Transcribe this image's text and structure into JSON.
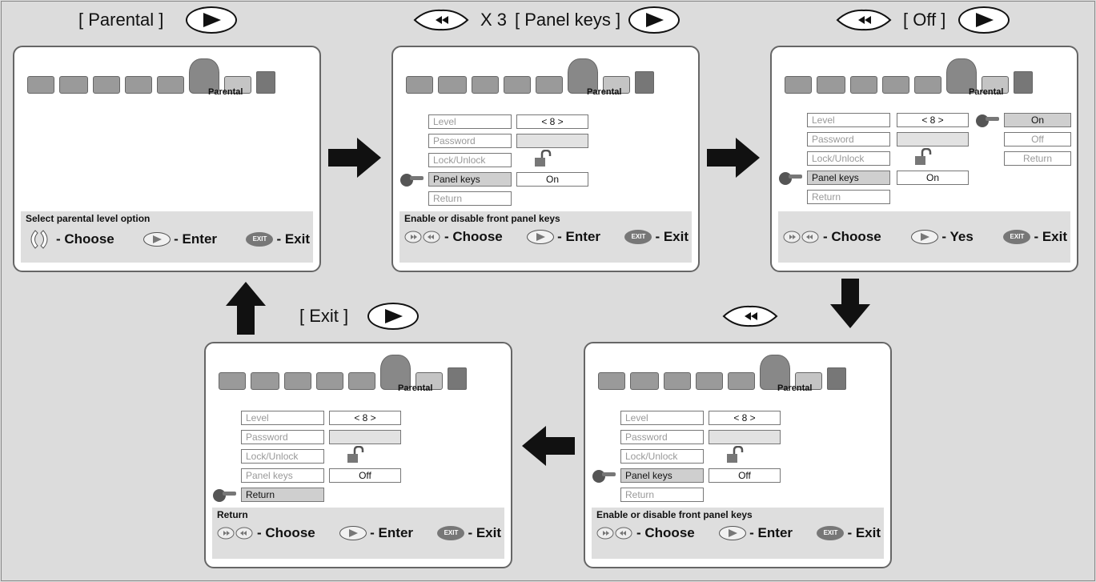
{
  "captions": {
    "c1": {
      "text": "[ Parental ]"
    },
    "c2": {
      "x3": "X 3",
      "text": "[ Panel keys ]"
    },
    "c3": {
      "text": "[ Off ]"
    },
    "c4": {
      "text": "[ Exit ]"
    }
  },
  "screen_title": "Parental",
  "menu_labels": [
    "Level",
    "Password",
    "Lock/Unlock",
    "Panel keys",
    "Return"
  ],
  "level_value": "< 8 >",
  "options": {
    "on": "On",
    "off": "Off",
    "ret": "Return"
  },
  "screens": {
    "s1": {
      "hint": "Select parental level option",
      "choose": "- Choose",
      "enter": "- Enter",
      "exit": "- Exit"
    },
    "s2": {
      "hint": "Enable or disable front panel keys",
      "panel_value": "On",
      "choose": "- Choose",
      "enter": "- Enter",
      "exit": "- Exit"
    },
    "s3": {
      "hint": "",
      "panel_value": "On",
      "choose": "- Choose",
      "enter": "- Yes",
      "exit": "- Exit"
    },
    "s4": {
      "hint": "Enable or disable front panel keys",
      "panel_value": "Off",
      "choose": "- Choose",
      "enter": "- Enter",
      "exit": "- Exit"
    },
    "s5": {
      "hint": "Return",
      "panel_value": "Off",
      "choose": "- Choose",
      "enter": "- Enter",
      "exit": "- Exit"
    }
  },
  "exit_key_label": "EXIT"
}
